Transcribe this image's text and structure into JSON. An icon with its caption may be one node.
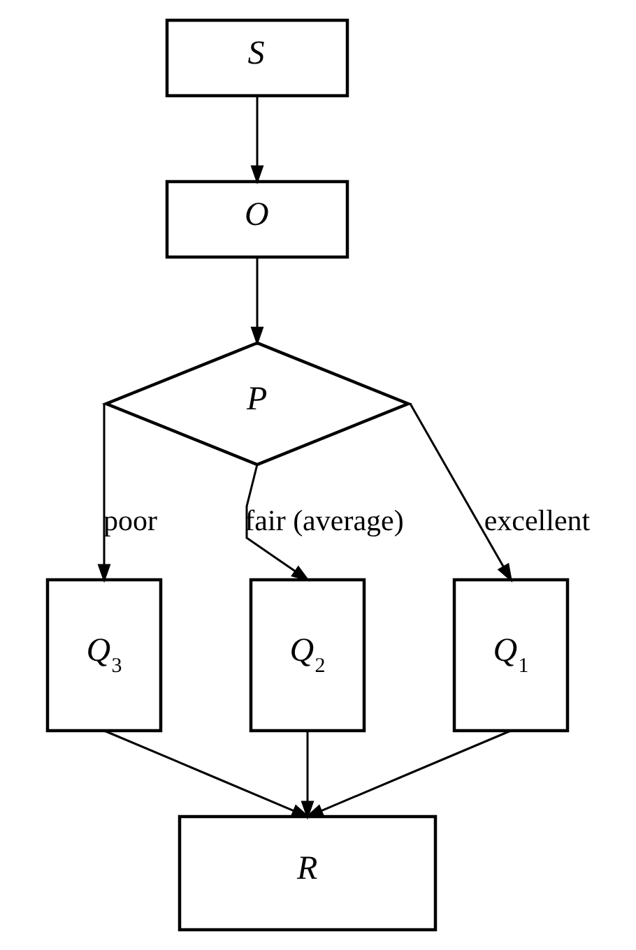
{
  "diagram": {
    "nodes": [
      {
        "text": [
          "S"
        ]
      },
      {
        "text": [
          "O"
        ]
      },
      {
        "text": [
          "P"
        ]
      },
      {
        "text": [
          "Q$_{3}$"
        ]
      },
      {
        "text": [
          "Q$_{2}$"
        ]
      },
      {
        "text": [
          "Q$_{1}$"
        ]
      },
      {
        "text": [
          "R"
        ]
      }
    ],
    "edges": [
      {
        "from": 0,
        "to": 1,
        "arrow": "to"
      },
      {
        "from": 1,
        "to": 2,
        "arrow": "to"
      },
      {
        "from": 2,
        "to": 3,
        "arrow": "to",
        "label": "poor"
      },
      {
        "from": 2,
        "to": 4,
        "arrow": "to",
        "label": "fair (average)"
      },
      {
        "from": 2,
        "to": 5,
        "arrow": "to",
        "label": "excellent"
      },
      {
        "from": 3,
        "to": 6,
        "arrow": "to"
      },
      {
        "from": 4,
        "to": 6,
        "arrow": "to"
      },
      {
        "from": 5,
        "to": 6,
        "arrow": "to"
      }
    ]
  }
}
